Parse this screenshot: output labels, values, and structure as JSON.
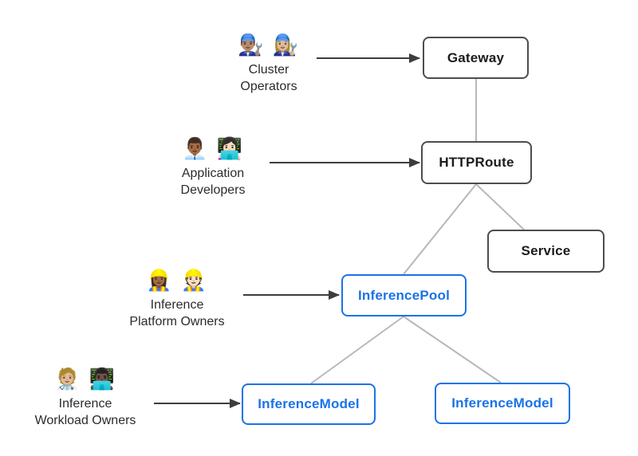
{
  "colors": {
    "accent_blue": "#1a73e8",
    "node_border_dark": "#4d4d4d",
    "edge_gray": "#b8b8b8",
    "arrow_dark": "#3d3d3d",
    "label_text": "#2b2b2b",
    "node_text_dark": "#1c1c1c"
  },
  "nodes": {
    "gateway": {
      "label": "Gateway"
    },
    "httproute": {
      "label": "HTTPRoute"
    },
    "service": {
      "label": "Service"
    },
    "inference_pool": {
      "label": "InferencePool"
    },
    "inference_model_1": {
      "label": "InferenceModel"
    },
    "inference_model_2": {
      "label": "InferenceModel"
    }
  },
  "personas": {
    "cluster_operators": {
      "emojis": "👨🏽‍🔧 👩🏼‍🔧",
      "label": "Cluster\nOperators"
    },
    "application_developers": {
      "emojis": "👨🏾‍💼 👩🏻‍💻",
      "label": "Application\nDevelopers"
    },
    "inference_platform_owners": {
      "emojis": "👷🏾‍♀️ 👷🏻",
      "label": "Inference\nPlatform Owners"
    },
    "inference_workload_owners": {
      "emojis": "🧑🏼‍⚕️ 👨🏿‍💻",
      "label": "Inference\nWorkload Owners"
    }
  }
}
